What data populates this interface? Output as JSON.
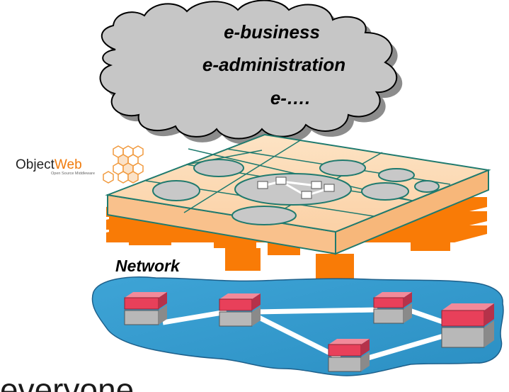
{
  "cloud": {
    "line1": "e-business",
    "line2": "e-administration",
    "line3": "e-…."
  },
  "logo": {
    "name_part1": "Object",
    "name_part2": "Web",
    "tagline": "Open Source Middleware"
  },
  "network": {
    "label": "Network"
  },
  "footer": {
    "text": "everyone"
  },
  "colors": {
    "cloud_fill": "#c6c6c6",
    "cloud_shadow": "#8c8c8c",
    "platform_top": "#fcd4ac",
    "platform_edge": "#1f7a6e",
    "bars": "#f97b06",
    "network_fill": "#3399cc",
    "node_red": "#e8405a",
    "node_grey": "#b4b4b4",
    "ellipse_fill": "#c8c8c8"
  }
}
